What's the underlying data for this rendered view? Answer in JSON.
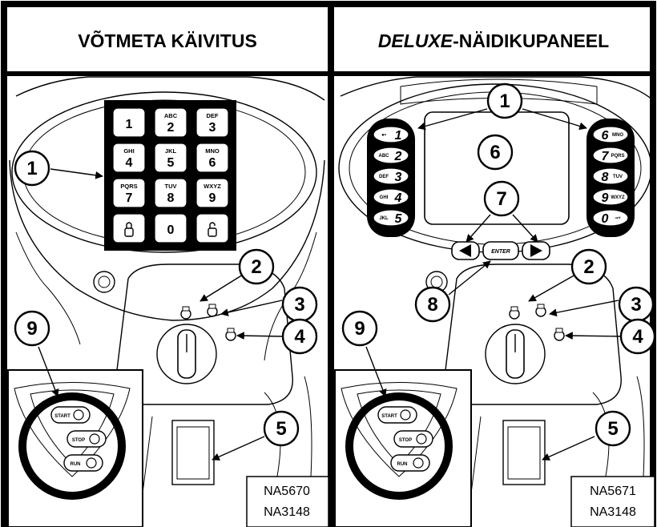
{
  "panels": {
    "left": {
      "title": "VÕTMETA KÄIVITUS",
      "ref_codes": [
        "NA5670",
        "NA3148"
      ],
      "keypad": [
        {
          "num": "1",
          "letters": ""
        },
        {
          "num": "2",
          "letters": "ABC"
        },
        {
          "num": "3",
          "letters": "DEF"
        },
        {
          "num": "4",
          "letters": "GHI"
        },
        {
          "num": "5",
          "letters": "JKL"
        },
        {
          "num": "6",
          "letters": "MNO"
        },
        {
          "num": "7",
          "letters": "PQRS"
        },
        {
          "num": "8",
          "letters": "TUV"
        },
        {
          "num": "9",
          "letters": "WXYZ"
        },
        {
          "num": "",
          "letters": "",
          "icon": "lock-closed-icon"
        },
        {
          "num": "0",
          "letters": ""
        },
        {
          "num": "",
          "letters": "",
          "icon": "lock-open-icon"
        }
      ],
      "callouts": [
        "1",
        "2",
        "3",
        "4",
        "5",
        "9"
      ]
    },
    "right": {
      "title_italic": "DELUXE",
      "title_rest": "-NÄIDIKUPANEEL",
      "ref_codes": [
        "NA5671",
        "NA3148"
      ],
      "left_keys": [
        {
          "num": "1",
          "letters": "●•"
        },
        {
          "num": "2",
          "letters": "ABC"
        },
        {
          "num": "3",
          "letters": "DEF"
        },
        {
          "num": "4",
          "letters": "GHI"
        },
        {
          "num": "5",
          "letters": "JKL"
        }
      ],
      "right_keys": [
        {
          "num": "6",
          "letters": "MNO"
        },
        {
          "num": "7",
          "letters": "PQRS"
        },
        {
          "num": "8",
          "letters": "TUV"
        },
        {
          "num": "9",
          "letters": "WXYZ"
        },
        {
          "num": "0",
          "letters": "-•+"
        }
      ],
      "enter_label": "ENTER",
      "callouts": [
        "1",
        "2",
        "3",
        "4",
        "5",
        "6",
        "7",
        "8",
        "9"
      ]
    },
    "control_labels": [
      "START",
      "STOP",
      "RUN"
    ]
  }
}
